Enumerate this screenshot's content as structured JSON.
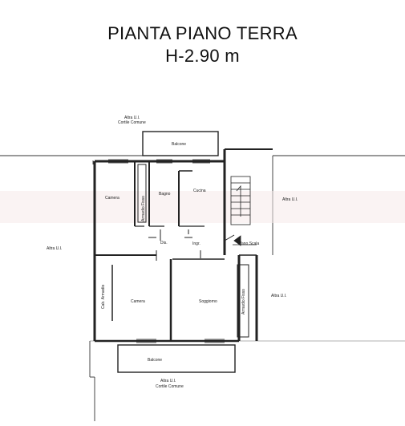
{
  "title": {
    "line1": "PIANTA  PIANO TERRA",
    "line2": "H-2.90 m"
  },
  "labels": {
    "altra_top_1": "Altra U.I.",
    "altra_top_2": "Cortile Comune",
    "balcone_top": "Balcone",
    "camera_top": "Camera",
    "armadio_fisso_1": "Armadio Fisso",
    "bagno": "Bagno",
    "cucina": "Cucina",
    "altra_right_top": "Altra U.I.",
    "altra_left": "Altra U.I.",
    "dis": "Dis.",
    "ingr": "Ingr.",
    "vano_scala": "Vano Scala",
    "cab_armadio": "Cab. Armadio",
    "camera_bottom": "Camera",
    "soggiorno": "Soggiorno",
    "armadio_fisso_2": "Armadio Fisso",
    "altra_right_bottom": "Altra U.I.",
    "balcone_bottom": "Balcone",
    "altra_bottom_1": "Altra U.I.",
    "altra_bottom_2": "Cortile Comune"
  }
}
